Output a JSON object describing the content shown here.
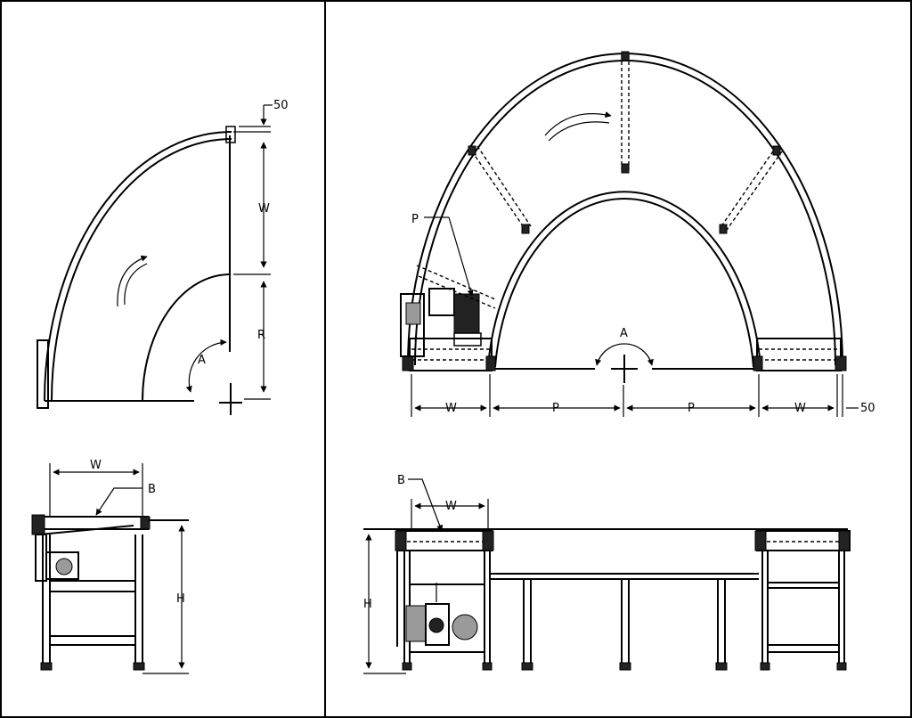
{
  "left_plan": {
    "labels": {
      "fifty": "50",
      "w": "W",
      "r": "R",
      "a": "A"
    }
  },
  "left_side": {
    "labels": {
      "w": "W",
      "b": "B",
      "h": "H"
    }
  },
  "right_plan": {
    "labels": {
      "p_callout": "P",
      "w_left": "W",
      "p_left": "P",
      "p_right": "P",
      "w_right": "W",
      "fifty": "50",
      "a": "A"
    }
  },
  "right_side": {
    "labels": {
      "b": "B",
      "w": "W",
      "h": "H"
    }
  }
}
